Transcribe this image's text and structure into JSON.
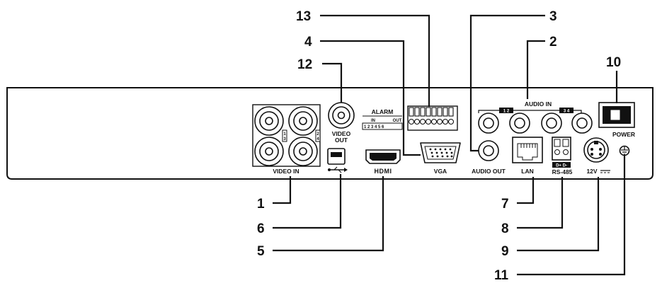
{
  "labels": {
    "video_in": "VIDEO  IN",
    "video_out_1": "VIDEO",
    "video_out_2": "OUT",
    "alarm": "ALARM",
    "alarm_in": "IN",
    "alarm_out": "OUT",
    "alarm_in_numbers": "1 2 3 4 5 6",
    "hdmi": "HDMI",
    "vga": "VGA",
    "audio_out": "AUDIO OUT",
    "audio_in": "AUDIO IN",
    "audio_in_pair_a": "1  2",
    "audio_in_pair_b": "3  4",
    "lan": "LAN",
    "rs485_pins": "D+ D-",
    "rs485": "RS-485",
    "power_12v": "12V",
    "power": "POWER",
    "video_in_side_a_1": "1",
    "video_in_side_a_2": "3",
    "video_in_side_b_1": "2",
    "video_in_side_b_2": "4"
  },
  "callouts": {
    "n1": "1",
    "n2": "2",
    "n3": "3",
    "n4": "4",
    "n5": "5",
    "n6": "6",
    "n7": "7",
    "n8": "8",
    "n9": "9",
    "n10": "10",
    "n11": "11",
    "n12": "12",
    "n13": "13"
  }
}
